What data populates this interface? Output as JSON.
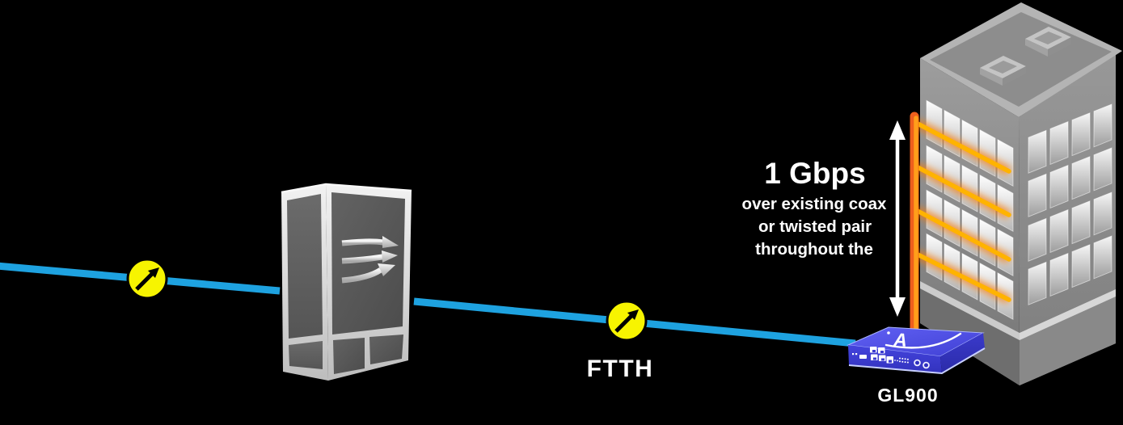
{
  "diagram": {
    "background": "#000000",
    "labels": {
      "ftth": "FTTH",
      "device_name": "GL900",
      "device_logo": "A",
      "speed_title": "1 Gbps",
      "speed_line1": "over existing coax",
      "speed_line2": "or twisted pair",
      "speed_line3": "throughout the"
    },
    "colors": {
      "fiber_blue": "#1EA2E0",
      "amplifier_yellow": "#F7F400",
      "arrow_black": "#000000",
      "cable_orange": "#EE5F1D",
      "cable_orange_core": "#FF9E1A",
      "cable_yellow": "#FFB300",
      "device_blue": "#4646DF",
      "building_gray": "#8F8F8F",
      "text_white": "#FFFFFF"
    },
    "icons": [
      "fiber-amplifier-icon",
      "splitter-arrows-icon",
      "height-range-arrow-icon",
      "vendor-logo-icon"
    ]
  }
}
